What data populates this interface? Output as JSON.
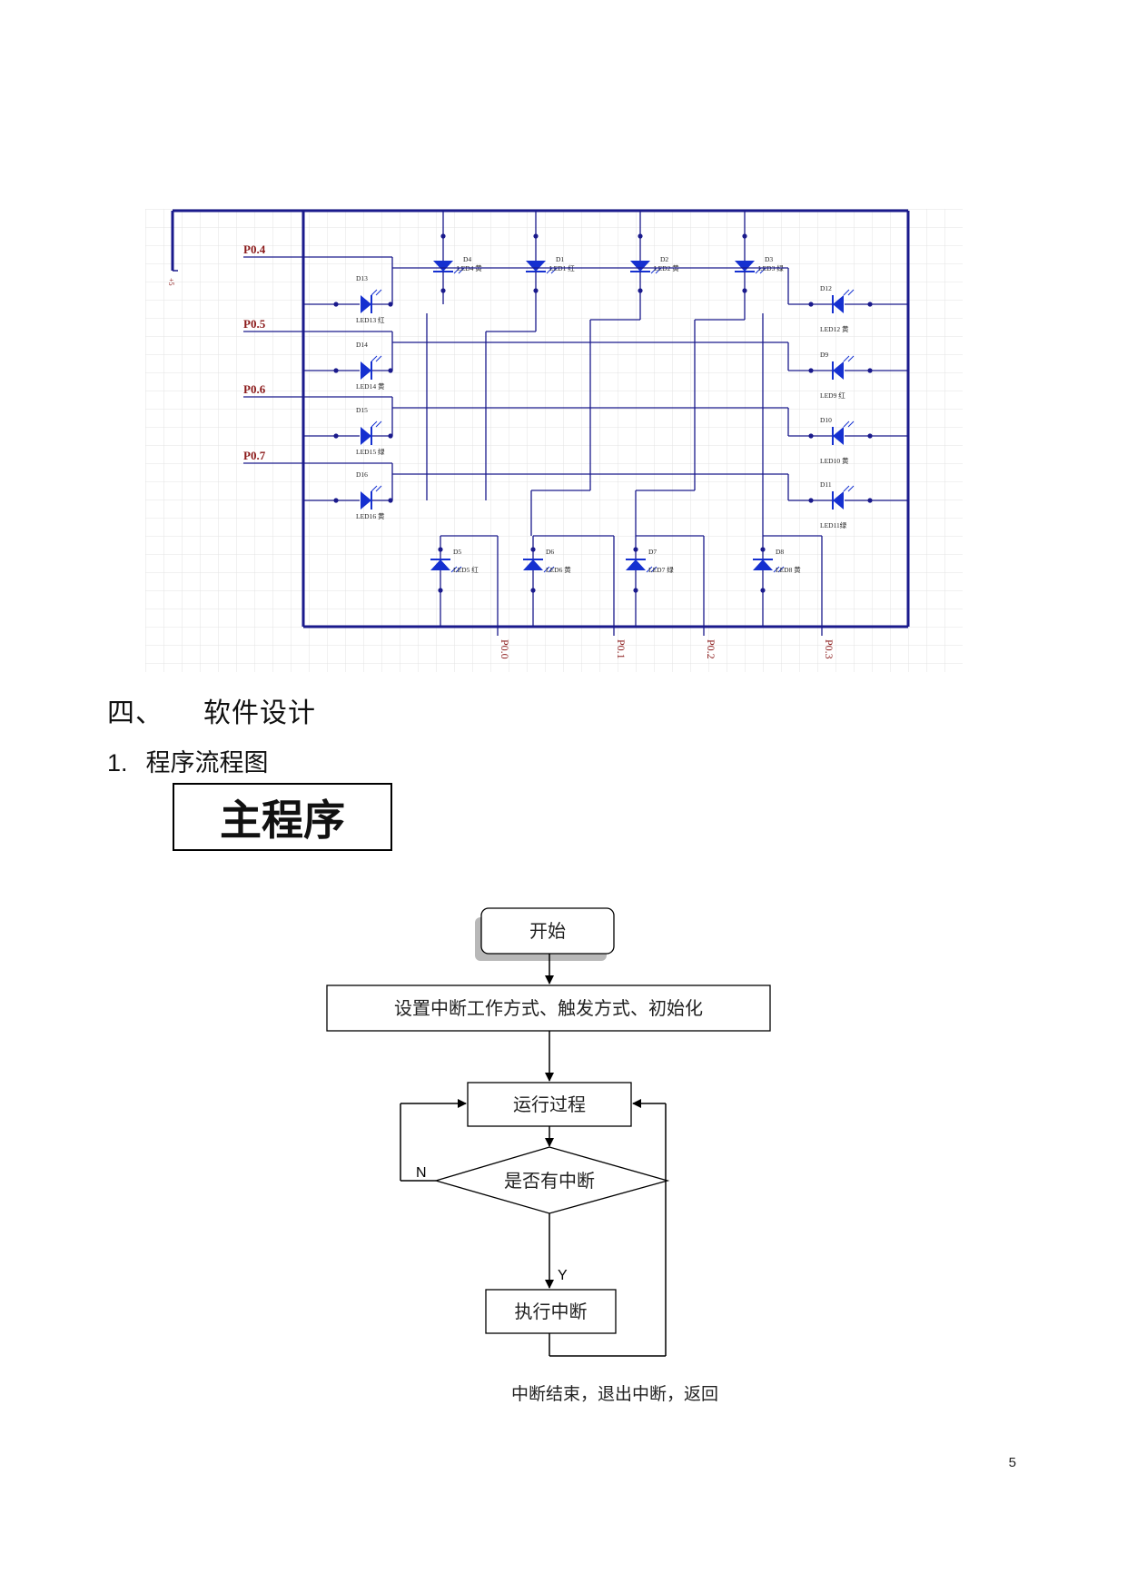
{
  "schematic": {
    "ports_left": [
      "P0.4",
      "P0.5",
      "P0.6",
      "P0.7"
    ],
    "ports_bottom": [
      "P0.0",
      "P0.1",
      "P0.2",
      "P0.3"
    ],
    "vcc_label": "+5",
    "top_leds": [
      {
        "ref": "D4",
        "label": "LED4 黄"
      },
      {
        "ref": "D1",
        "label": "LED1 红"
      },
      {
        "ref": "D2",
        "label": "LED2 黄"
      },
      {
        "ref": "D3",
        "label": "LED3 绿"
      }
    ],
    "left_leds": [
      {
        "ref": "D13",
        "label": "LED13 红"
      },
      {
        "ref": "D14",
        "label": "LED14 黄"
      },
      {
        "ref": "D15",
        "label": "LED15 绿"
      },
      {
        "ref": "D16",
        "label": "LED16 黄"
      }
    ],
    "right_leds": [
      {
        "ref": "D12",
        "label": "LED12 黄"
      },
      {
        "ref": "D9",
        "label": "LED9 红"
      },
      {
        "ref": "D10",
        "label": "LED10 黄"
      },
      {
        "ref": "D11",
        "label": "LED11绿"
      }
    ],
    "bottom_leds": [
      {
        "ref": "D5",
        "label": "LED5 红"
      },
      {
        "ref": "D6",
        "label": "LED6 黄"
      },
      {
        "ref": "D7",
        "label": "LED7 绿"
      },
      {
        "ref": "D8",
        "label": "LED8 黄"
      }
    ],
    "wire_color": "#1a1a8c",
    "led_color": "#1530d0",
    "port_color": "#8b1a1a"
  },
  "section": {
    "number": "四、",
    "title": "软件设计"
  },
  "subsection": {
    "index": "1.",
    "title": "程序流程图"
  },
  "main_program_label": "主程序",
  "flowchart": {
    "start": "开始",
    "init": "设置中断工作方式、触发方式、初始化",
    "run": "运行过程",
    "decision": "是否有中断",
    "no_label": "N",
    "yes_label": "Y",
    "execute": "执行中断",
    "end_note": "中断结束，退出中断，返回"
  },
  "page_number": "5"
}
